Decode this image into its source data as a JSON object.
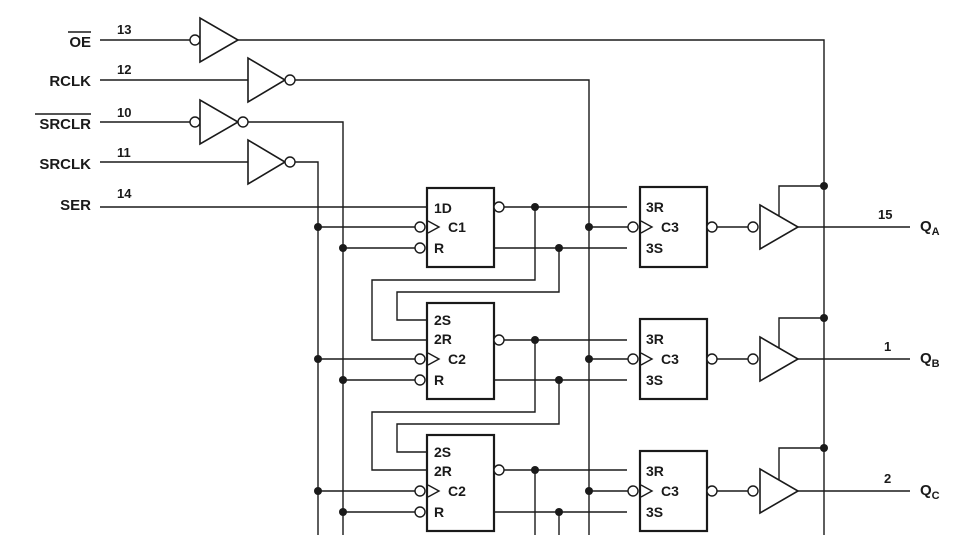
{
  "inputs": {
    "oe": {
      "name": "OE",
      "pin": "13"
    },
    "rclk": {
      "name": "RCLK",
      "pin": "12"
    },
    "srclr": {
      "name": "SRCLR",
      "pin": "10"
    },
    "srclk": {
      "name": "SRCLK",
      "pin": "11"
    },
    "ser": {
      "name": "SER",
      "pin": "14"
    }
  },
  "outputs": {
    "qa": {
      "letter": "Q",
      "sub": "A",
      "pin": "15"
    },
    "qb": {
      "letter": "Q",
      "sub": "B",
      "pin": "1"
    },
    "qc": {
      "letter": "Q",
      "sub": "C",
      "pin": "2"
    }
  },
  "shift_stages": [
    {
      "d": "1D",
      "c": "C1",
      "r": "R"
    },
    {
      "s": "2S",
      "d": "2R",
      "c": "C2",
      "r": "R"
    },
    {
      "s": "2S",
      "d": "2R",
      "c": "C2",
      "r": "R"
    }
  ],
  "storage_stages": [
    {
      "r": "3R",
      "c": "C3",
      "s": "3S"
    },
    {
      "r": "3R",
      "c": "C3",
      "s": "3S"
    },
    {
      "r": "3R",
      "c": "C3",
      "s": "3S"
    }
  ]
}
